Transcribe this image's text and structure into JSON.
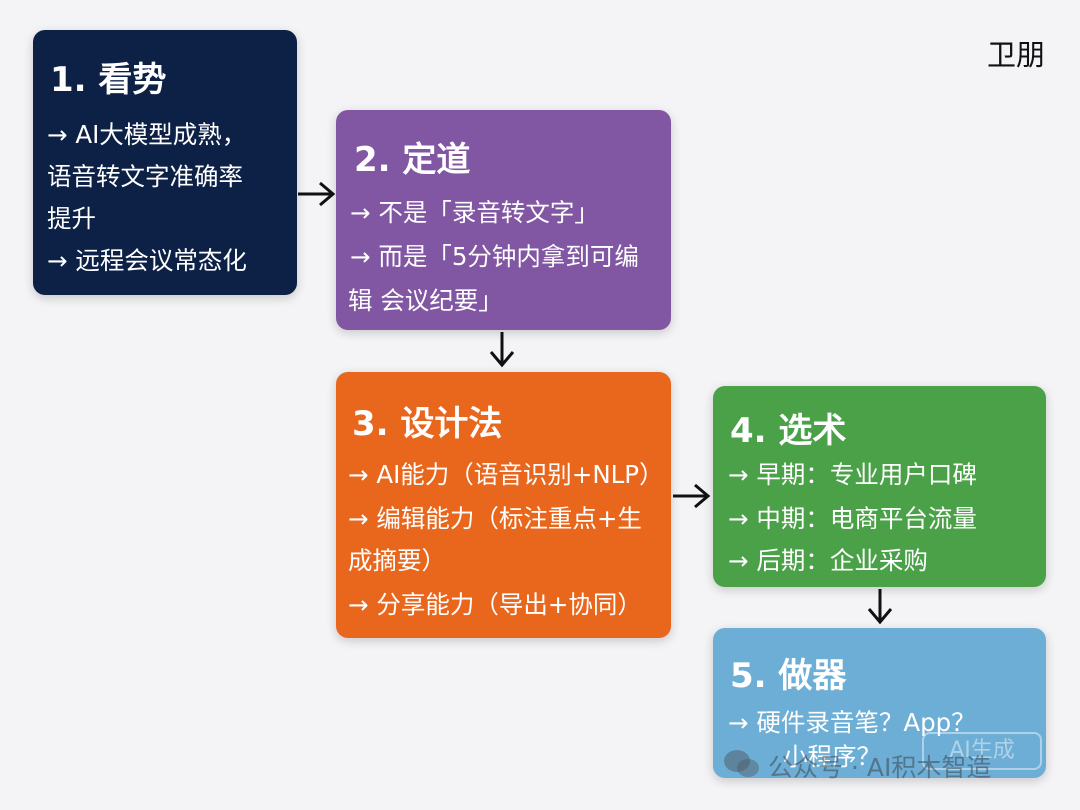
{
  "author": "卫朋",
  "steps": {
    "s1": {
      "title": "1. 看势",
      "lines": [
        "→ AI大模型成熟，",
        "语音转文字准确率",
        "提升",
        "→ 远程会议常态化"
      ]
    },
    "s2": {
      "title": "2. 定道",
      "lines": [
        "→ 不是「录音转文字」",
        "→ 而是「5分钟内拿到可编",
        "辑 会议纪要」"
      ]
    },
    "s3": {
      "title": "3. 设计法",
      "lines": [
        "→ AI能力（语音识别+NLP）",
        "→ 编辑能力（标注重点+生",
        "成摘要）",
        "→ 分享能力（导出+协同）"
      ]
    },
    "s4": {
      "title": "4. 选术",
      "lines": [
        "→ 早期：专业用户口碑",
        "→ 中期：电商平台流量",
        "→ 后期：企业采购"
      ]
    },
    "s5": {
      "title": "5. 做器",
      "lines": [
        "→ 硬件录音笔？App？",
        "小程序？"
      ]
    }
  },
  "watermark": {
    "text": "公众号 · AI积木智造",
    "badge": "AI生成"
  },
  "colors": {
    "step1": "#0d2146",
    "step2": "#8156a3",
    "step3": "#e8671d",
    "step4": "#4aa148",
    "step5": "#6daed6",
    "background": "#f4f4f6"
  },
  "icons": {
    "connector": "arrow-right-icon / arrow-down-icon",
    "watermark": "wechat-icon"
  }
}
